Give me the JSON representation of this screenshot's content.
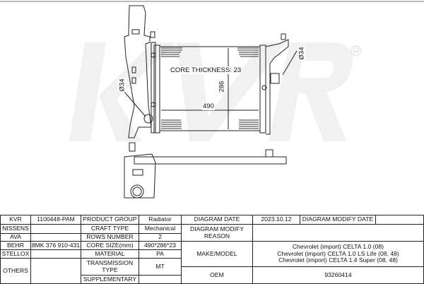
{
  "watermark": "KVR",
  "watermark_mark": "R",
  "drawing": {
    "core_thickness_label": "CORE THICKNESS: 23",
    "width_dim": "490",
    "height_dim": "286",
    "inlet_dia": "Ø34",
    "outlet_dia": "Ø34"
  },
  "table": {
    "kvr_label": "KVR",
    "kvr_value": "1100448-PAM",
    "nissens_label": "NISSENS",
    "nissens_value": "",
    "ava_label": "AVA",
    "ava_value": "",
    "behr_label": "BEHR",
    "behr_value": "8MK 376 910-431",
    "stellox_label": "STELLOX",
    "stellox_value": "",
    "others_label": "OTHERS",
    "others_value": "",
    "product_group_label": "PRODUCT GROUP",
    "product_group_value": "Radiator",
    "craft_type_label": "CRAFT TYPE",
    "craft_type_value": "Mechanical",
    "rows_number_label": "ROWS NUMBER",
    "rows_number_value": "2",
    "core_size_label": "CORE SIZE(mm)",
    "core_size_value": "490*286*23",
    "material_label": "MATERIAL",
    "material_value": "PA",
    "transmission_label": "TRANSMISSION TYPE",
    "transmission_value": "MT",
    "supplementary_label": "SUPPLEMENTARY",
    "supplementary_value": "",
    "diagram_date_label": "DIAGRAM DATE",
    "diagram_date_value": "2023.10.12",
    "diagram_modify_date_label": "DIAGRAM MODIFY DATE",
    "diagram_modify_date_value": "",
    "modify_reason_label": "DIAGRAM MODIFY REASON",
    "modify_reason_value": "",
    "make_model_label": "MAKE/MODEL",
    "make_model_values": [
      "Chevrolet (import) CELTA 1.0 (08)",
      "Chevrolet (import) CELTA 1.0 LS Life (08, 48)",
      "Chevrolet (import) CELTA 1.4 Super (08, 48)"
    ],
    "oem_label": "OEM",
    "oem_value": "93260414"
  }
}
